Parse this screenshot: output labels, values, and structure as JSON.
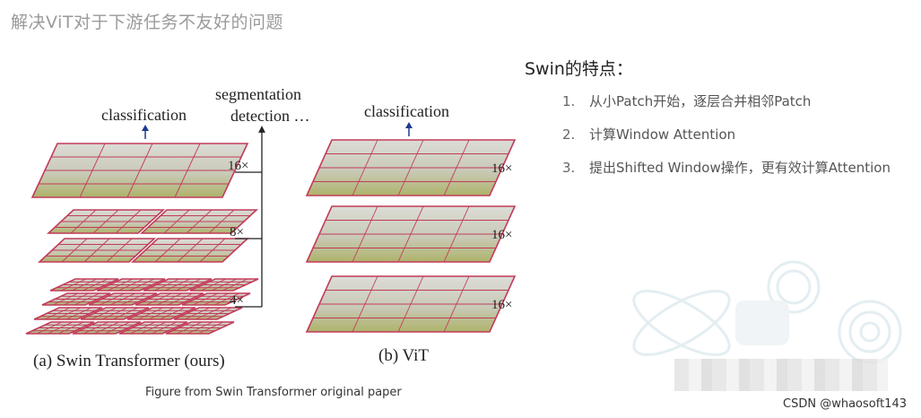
{
  "slide": {
    "title": "解决ViT对于下游任务不友好的问题"
  },
  "figure": {
    "label_classification_left": "classification",
    "label_segmentation": "segmentation",
    "label_detection": "detection …",
    "label_classification_right": "classification",
    "scale_16_left": "16×",
    "scale_8": "8×",
    "scale_4": "4×",
    "scale_16_right_1": "16×",
    "scale_16_right_2": "16×",
    "scale_16_right_3": "16×",
    "sub_a": "(a) Swin Transformer (ours)",
    "sub_b": "(b) ViT",
    "caption": "Figure from Swin Transformer original paper",
    "colors": {
      "grid_line": "#c23b5a",
      "arrow": "#1f3b8f",
      "photo_top": "#d8d8d4",
      "photo_bottom": "#b9bd7a"
    }
  },
  "features": {
    "heading": "Swin的特点：",
    "items": [
      {
        "num": "1.",
        "text": "从小Patch开始，逐层合并相邻Patch"
      },
      {
        "num": "2.",
        "text": "计算Window Attention"
      },
      {
        "num": "3.",
        "text": "提出Shifted Window操作，更有效计算Attention"
      }
    ]
  },
  "watermark": {
    "text": "CSDN @whaosoft143"
  }
}
